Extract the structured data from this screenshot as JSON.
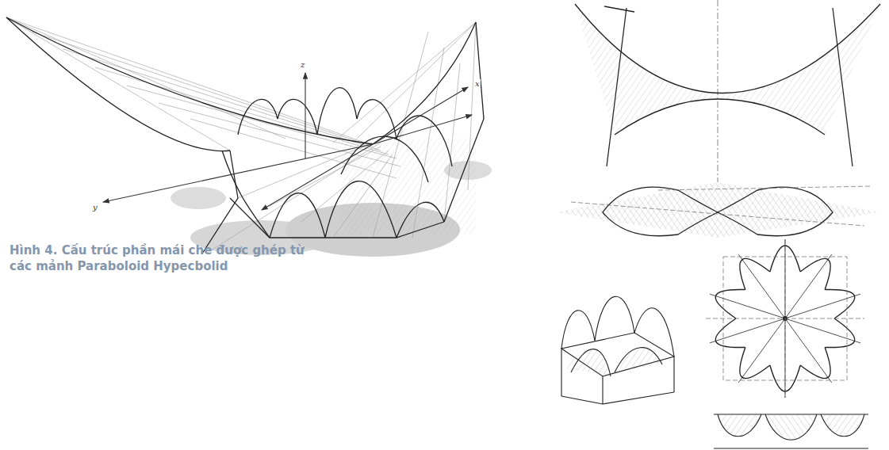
{
  "diagram": {
    "caption": "Hình 4. Cấu trúc phần mái che được ghép từ các mảnh Paraboloid Hypecbolid",
    "labels": [
      "z",
      "x",
      "y"
    ]
  }
}
